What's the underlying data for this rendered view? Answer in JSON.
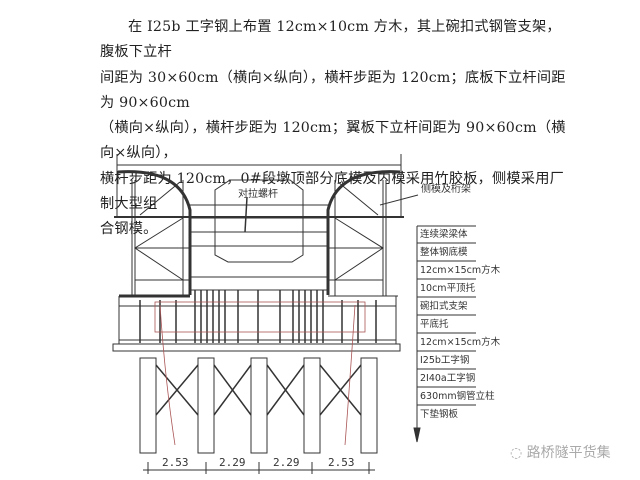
{
  "paragraph": {
    "lines": [
      "在 I25b 工字钢上布置 12cm×10cm 方木，其上碗扣式钢管支架，腹板下立杆",
      "间距为 30×60cm（横向×纵向），横杆步距为 120cm；底板下立杆间距为 90×60cm",
      "（横向×纵向），横杆步距为 120cm；翼板下立杆间距为 90×60cm（横向×纵向），",
      "横杆步距为 120cm，0#段墩顶部分底模及内模采用竹胶板，侧模采用厂制大型组",
      "合钢模。"
    ]
  },
  "drawing": {
    "label_side_form": "侧模及桁架",
    "label_tie_rod": "对拉螺杆",
    "legend": [
      "连续梁梁体",
      "整体钢底模",
      "12cm×15cm方木",
      "10cm平顶托",
      "碗扣式支架",
      "平底托",
      "12cm×15cm方木",
      "I25b工字钢",
      "2I40a工字钢",
      "630mm钢管立柱",
      "下垫钢板"
    ],
    "dimensions": [
      "2.53",
      "2.29",
      "2.29",
      "2.53"
    ]
  },
  "watermark": "路桥隧平货集"
}
